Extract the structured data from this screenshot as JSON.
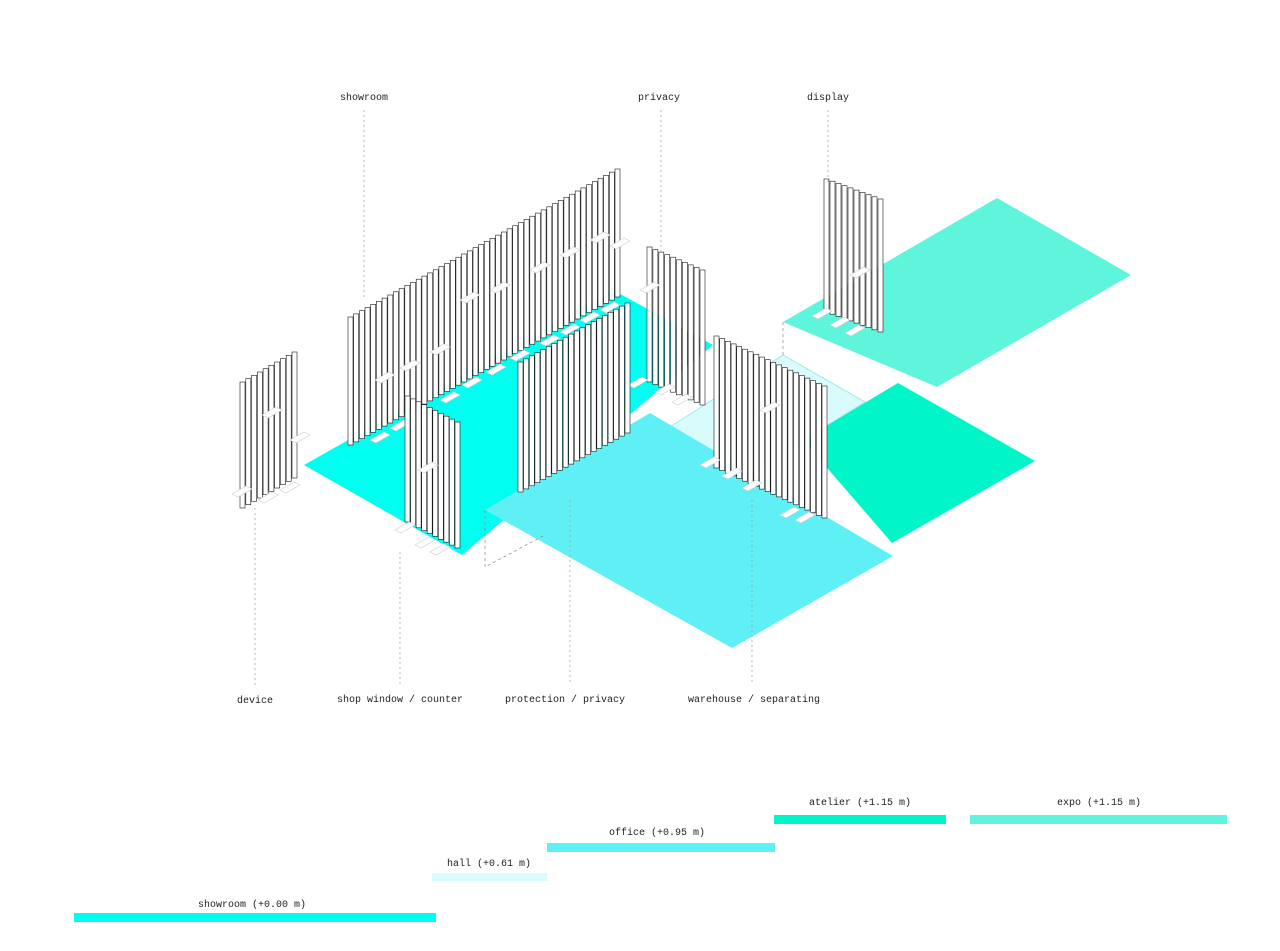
{
  "colors": {
    "showroom": "#00fff0",
    "hall": "#d9fbfb",
    "office": "#5ff0f5",
    "atelier": "#00f5c8",
    "expo": "#5ff5dc",
    "fin_fill": "#ffffff",
    "fin_stroke": "#1a1a1a",
    "leader": "#9a9a9a"
  },
  "callouts": {
    "showroom": "showroom",
    "privacy": "privacy",
    "display": "display",
    "device": "device",
    "shop_window_counter": "shop window / counter",
    "protection_privacy": "protection / privacy",
    "warehouse_separating": "warehouse / separating"
  },
  "levels": [
    {
      "name": "showroom",
      "label": "showroom (+0.00 m)",
      "color": "#00fff0"
    },
    {
      "name": "hall",
      "label": "hall (+0.61 m)",
      "color": "#d9fbfb"
    },
    {
      "name": "office",
      "label": "office (+0.95 m)",
      "color": "#5ff0f5"
    },
    {
      "name": "atelier",
      "label": "atelier (+1.15 m)",
      "color": "#00f5c8"
    },
    {
      "name": "expo",
      "label": "expo (+1.15 m)",
      "color": "#5ff5dc"
    }
  ]
}
